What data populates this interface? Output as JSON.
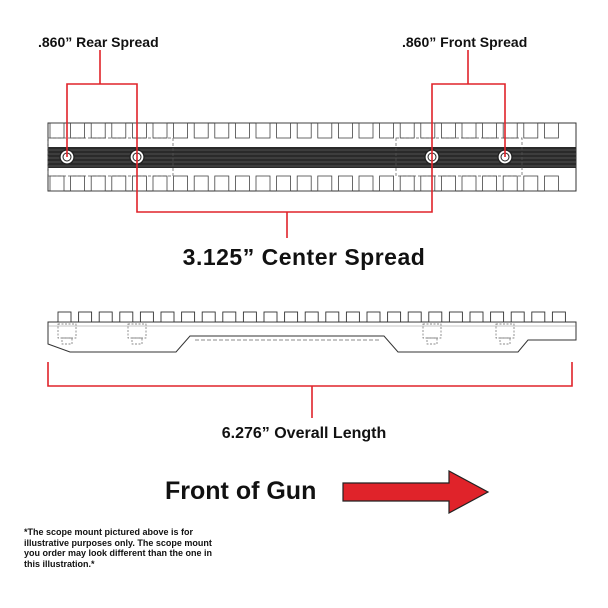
{
  "labels": {
    "rear_spread": ".860” Rear Spread",
    "front_spread": ".860” Front Spread",
    "center_spread": "3.125” Center Spread",
    "overall_length": "6.276” Overall Length",
    "front_of_gun": "Front of Gun"
  },
  "disclaimer": "*The scope mount pictured above is for illustrative purposes only. The scope mount you order may look different than the one in this illustration.*",
  "colors": {
    "dimension_line": "#e0232a",
    "arrow": "#e0232a",
    "outline": "#333333"
  }
}
